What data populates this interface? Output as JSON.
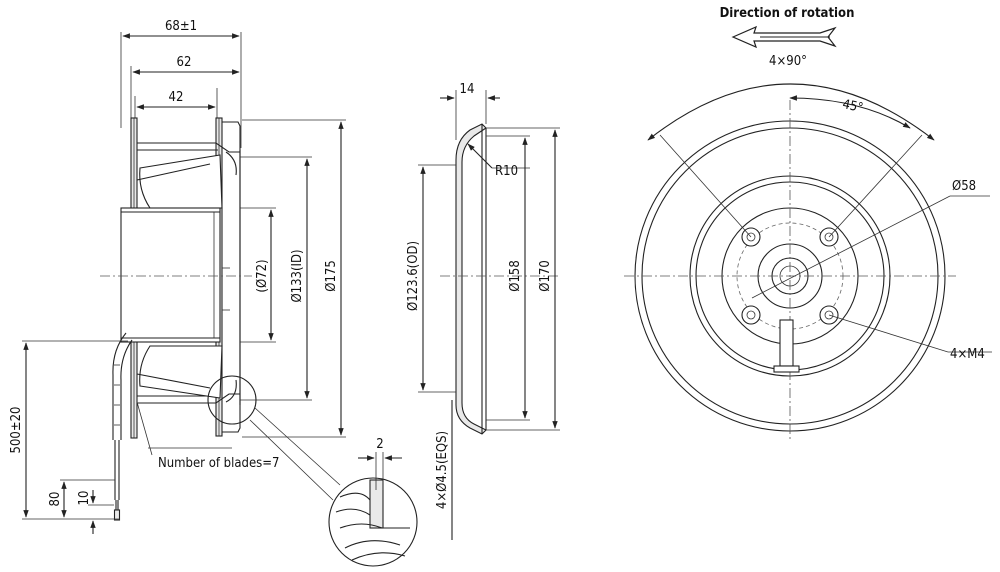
{
  "side_view": {
    "overall_length": "68±1",
    "length_62": "62",
    "length_42": "42",
    "hub_diameter": "(Ø72)",
    "inner_diameter": "Ø133(ID)",
    "outer_diameter": "Ø175",
    "cable_length": "500±20",
    "cable_80": "80",
    "cable_10": "10",
    "blades_note": "Number of blades=7",
    "detail_width": "2"
  },
  "inlet_ring": {
    "width": "14",
    "radius": "R10",
    "outer_diameter": "Ø123.6(OD)",
    "diameter_158": "Ø158",
    "diameter_170": "Ø170",
    "holes": "4×Ø4.5(EQS)"
  },
  "front_view": {
    "rotation_label": "Direction of rotation",
    "angle_4x90": "4×90°",
    "angle_45": "45°",
    "diameter_58": "Ø58",
    "threads": "4×M4"
  }
}
